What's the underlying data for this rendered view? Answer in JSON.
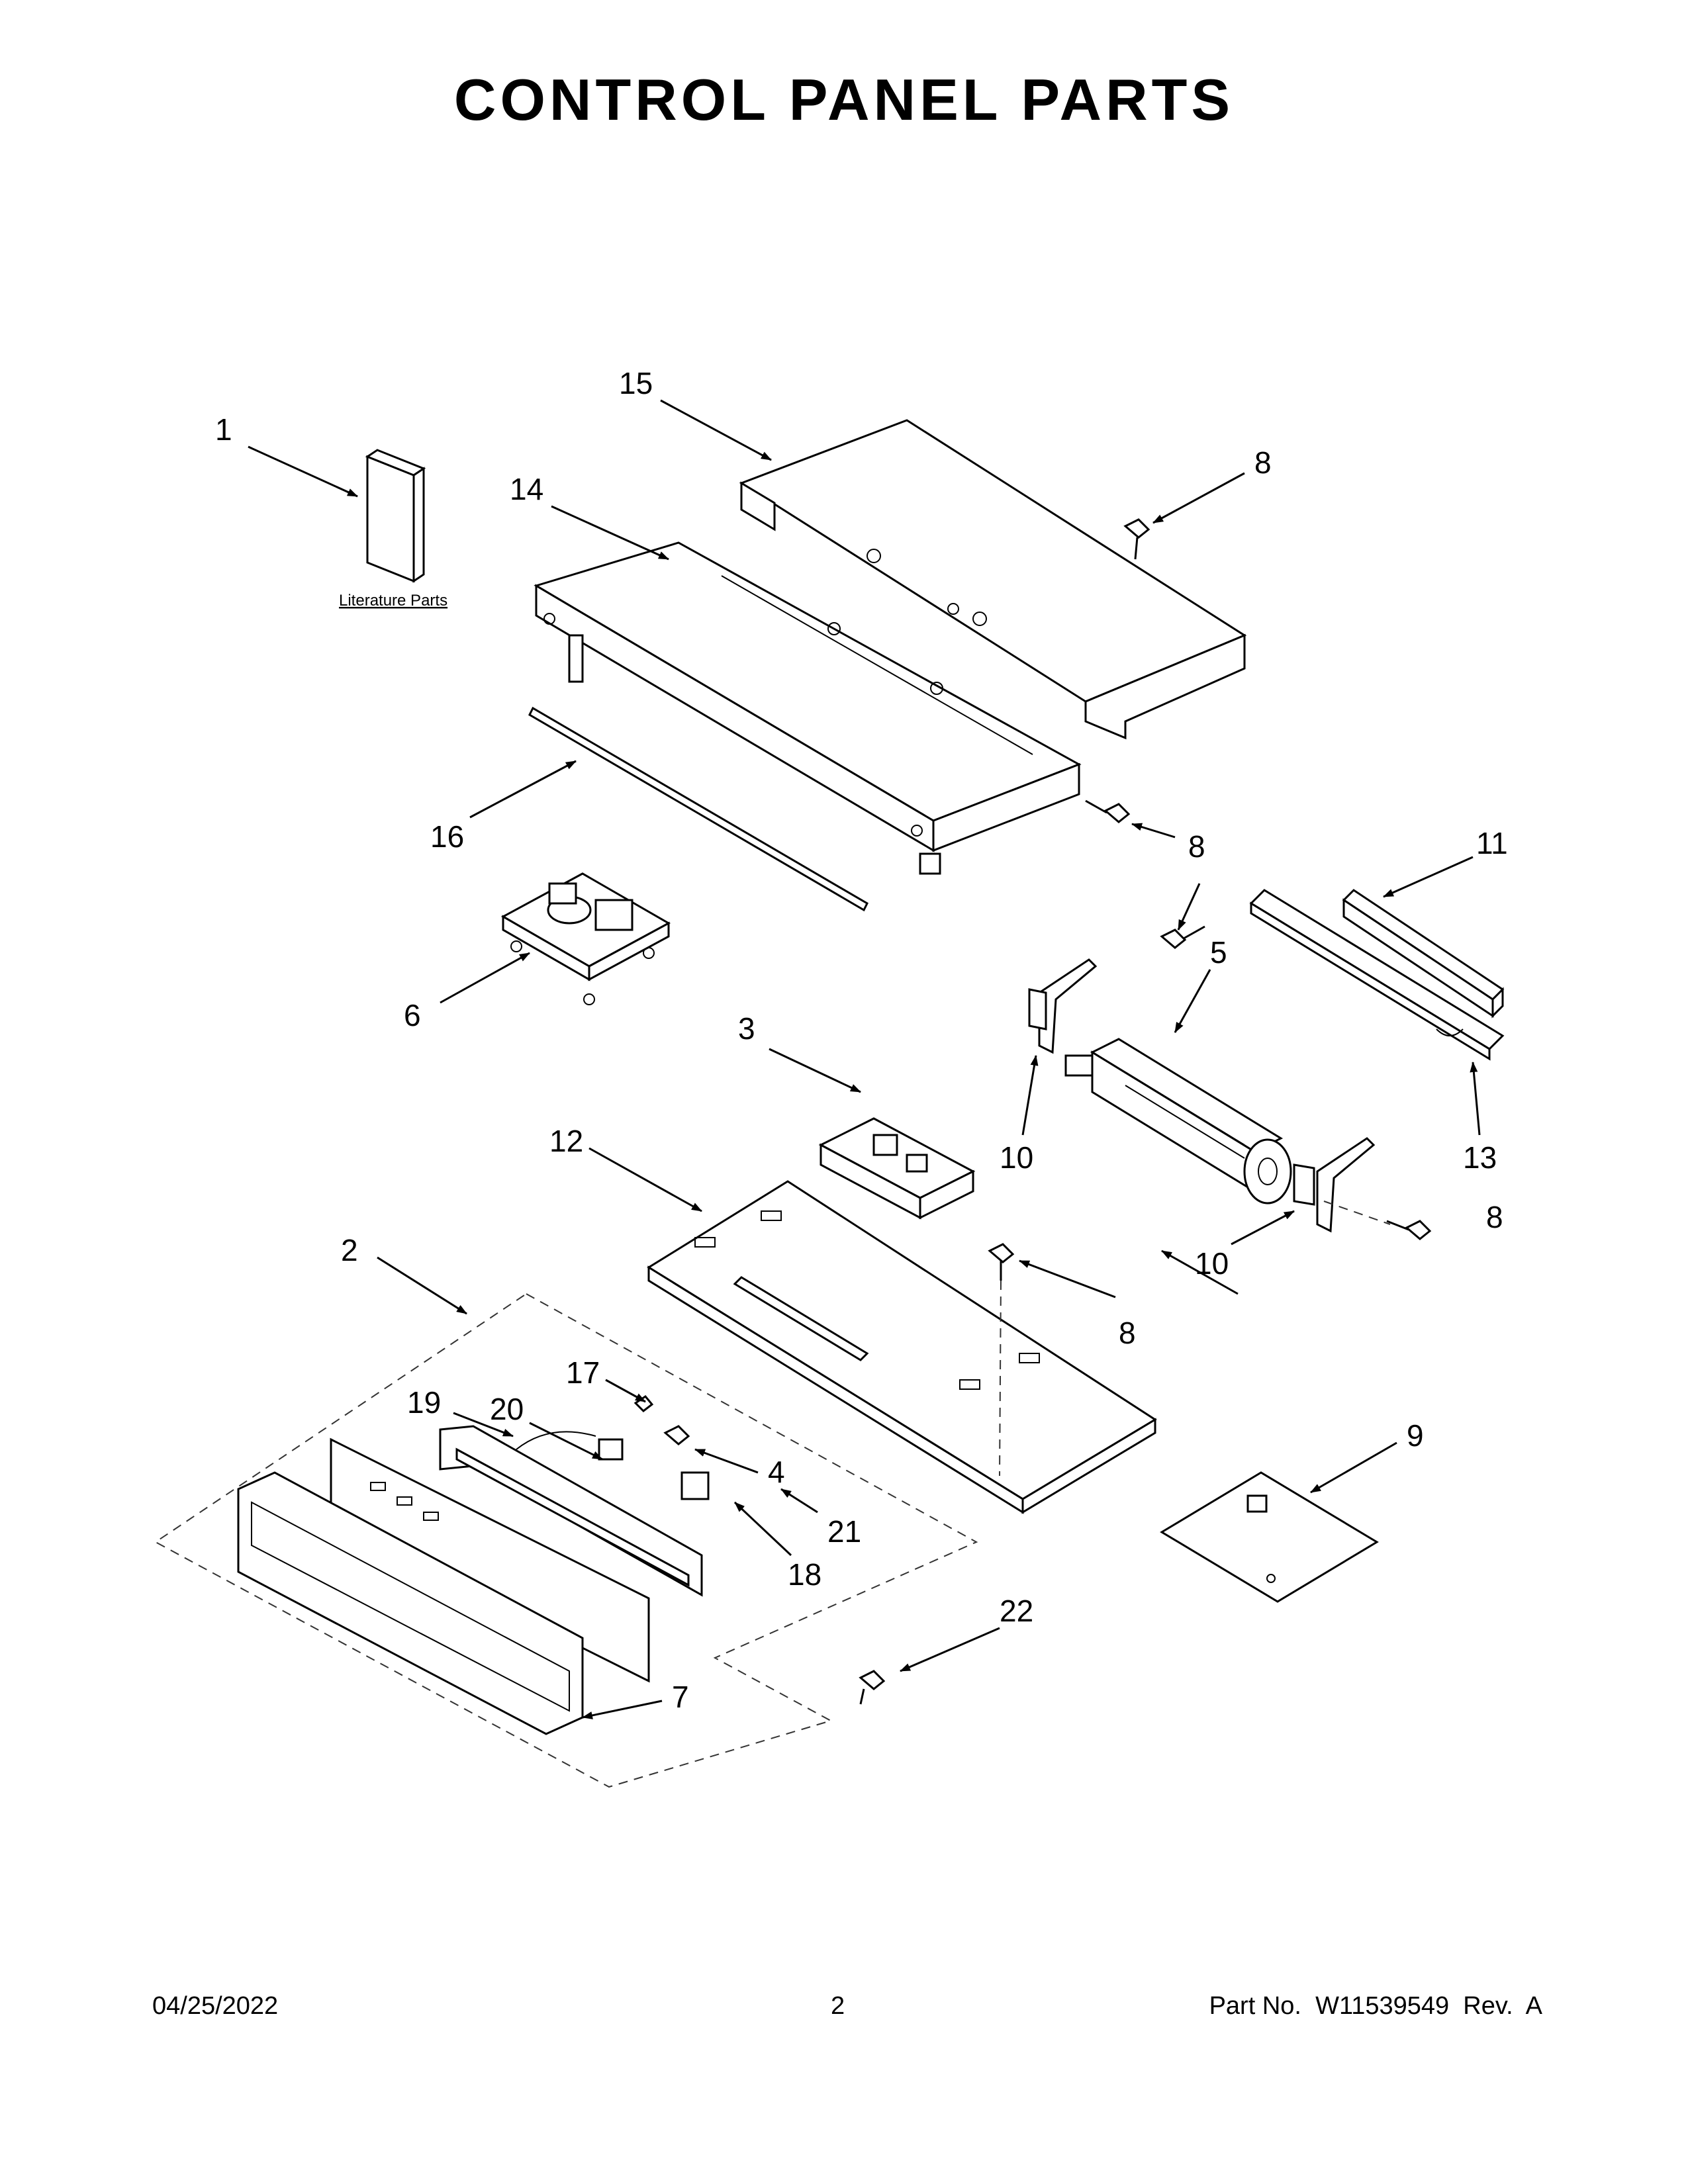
{
  "page": {
    "title": "CONTROL PANEL PARTS",
    "literature_label": "Literature Parts",
    "footer": {
      "date": "04/25/2022",
      "page_number": "2",
      "part_info": "Part No.  W11539549  Rev.  A"
    }
  },
  "callouts": [
    {
      "id": "c1",
      "text": "1"
    },
    {
      "id": "c15",
      "text": "15"
    },
    {
      "id": "c8a",
      "text": "8"
    },
    {
      "id": "c14",
      "text": "14"
    },
    {
      "id": "c16",
      "text": "16"
    },
    {
      "id": "c8b",
      "text": "8"
    },
    {
      "id": "c11",
      "text": "11"
    },
    {
      "id": "c8c",
      "text": "8"
    },
    {
      "id": "c5",
      "text": "5"
    },
    {
      "id": "c6",
      "text": "6"
    },
    {
      "id": "c3",
      "text": "3"
    },
    {
      "id": "c10a",
      "text": "10"
    },
    {
      "id": "c13",
      "text": "13"
    },
    {
      "id": "c12",
      "text": "12"
    },
    {
      "id": "c8d",
      "text": "8"
    },
    {
      "id": "c10b",
      "text": "10"
    },
    {
      "id": "c2",
      "text": "2"
    },
    {
      "id": "c8e",
      "text": "8"
    },
    {
      "id": "c17",
      "text": "17"
    },
    {
      "id": "c19",
      "text": "19"
    },
    {
      "id": "c20",
      "text": "20"
    },
    {
      "id": "c4",
      "text": "4"
    },
    {
      "id": "c9",
      "text": "9"
    },
    {
      "id": "c21",
      "text": "21"
    },
    {
      "id": "c18",
      "text": "18"
    },
    {
      "id": "c22",
      "text": "22"
    },
    {
      "id": "c7",
      "text": "7"
    }
  ]
}
